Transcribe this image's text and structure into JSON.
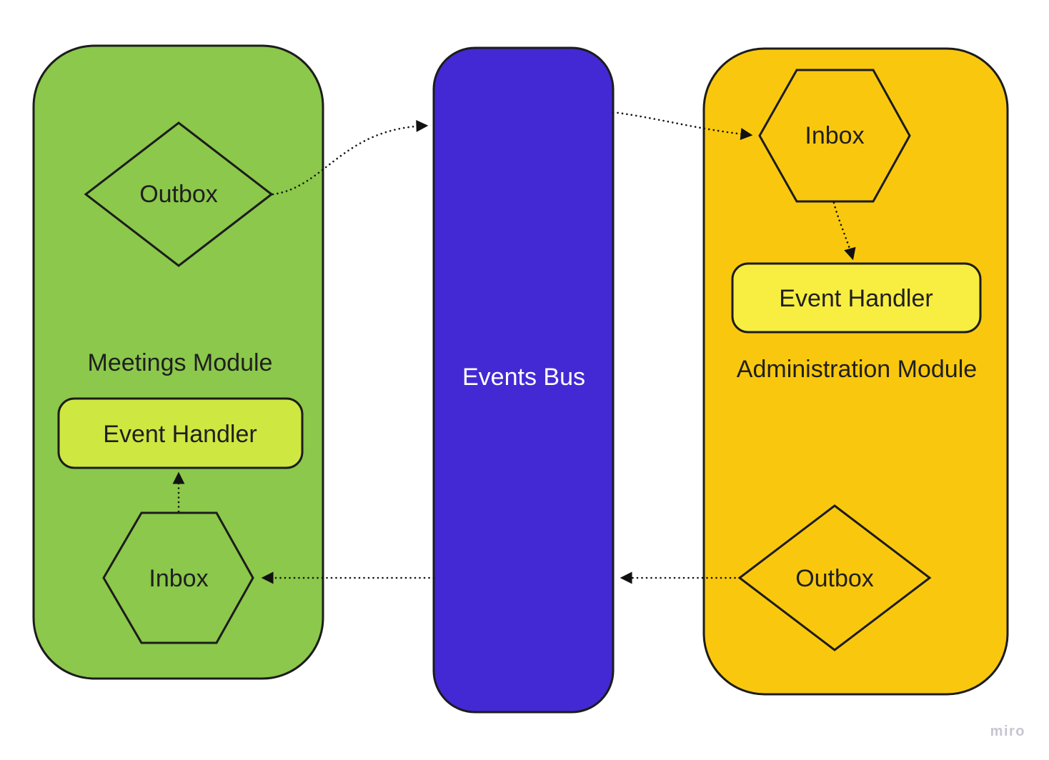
{
  "canvas": {
    "watermark": "miro"
  },
  "colors": {
    "meetings_module_fill": "#8bc84b",
    "meetings_event_handler_fill": "#cfe741",
    "events_bus_fill": "#4329d4",
    "administration_module_fill": "#f9c80e",
    "administration_event_handler_fill": "#f7ee41",
    "shape_stroke": "#1c1c1c",
    "connector_color": "#111111",
    "bus_text_color": "#ffffff",
    "watermark_color": "#c6c6d2"
  },
  "modules": {
    "meetings": {
      "title": "Meetings Module",
      "outbox": "Outbox",
      "inbox": "Inbox",
      "event_handler": "Event Handler"
    },
    "events_bus": {
      "title": "Events Bus"
    },
    "administration": {
      "title": "Administration Module",
      "inbox": "Inbox",
      "event_handler": "Event Handler",
      "outbox": "Outbox"
    }
  },
  "connections": [
    {
      "from": "meetings.outbox",
      "to": "events_bus",
      "style": "dotted-arrow"
    },
    {
      "from": "events_bus",
      "to": "administration.inbox",
      "style": "dotted-arrow"
    },
    {
      "from": "administration.inbox",
      "to": "administration.event_handler",
      "style": "dotted-arrow"
    },
    {
      "from": "administration.outbox",
      "to": "events_bus",
      "style": "dotted-arrow"
    },
    {
      "from": "events_bus",
      "to": "meetings.inbox",
      "style": "dotted-arrow"
    },
    {
      "from": "meetings.inbox",
      "to": "meetings.event_handler",
      "style": "dotted-arrow"
    }
  ]
}
